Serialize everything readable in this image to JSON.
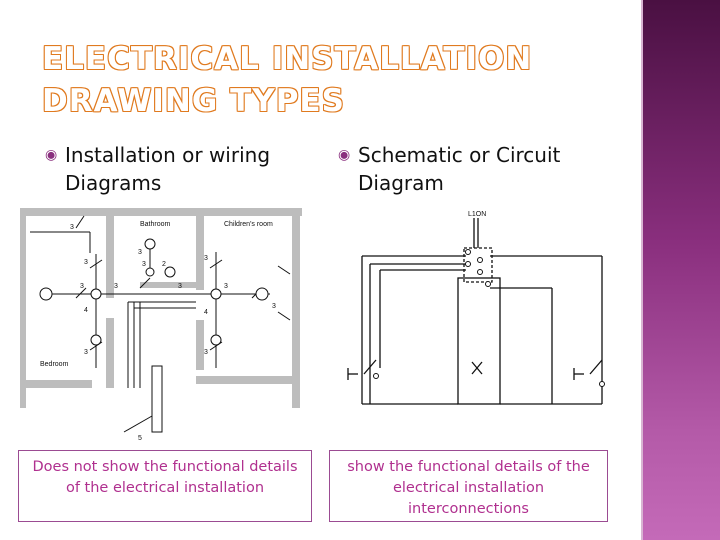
{
  "slide": {
    "title": "ELECTRICAL INSTALLATION DRAWING TYPES",
    "bullets": [
      "Installation or wiring Diagrams",
      "Schematic or Circuit Diagram"
    ],
    "captions": [
      "Does not show the functional details of the electrical installation",
      "show the functional details of the electrical installation interconnections"
    ]
  },
  "installation_diagram": {
    "rooms": [
      "Bathroom",
      "Children's room",
      "Bedroom"
    ],
    "numbers": [
      "3",
      "3",
      "3",
      "2",
      "3",
      "3",
      "3",
      "3",
      "4",
      "3",
      "3",
      "3",
      "4",
      "3",
      "3",
      "5"
    ]
  },
  "schematic_diagram": {
    "label": "L1ON"
  },
  "colors": {
    "accent_orange": "#e07a1f",
    "caption_text": "#b0308f",
    "sidebar_purple": "#8a2f7e"
  }
}
